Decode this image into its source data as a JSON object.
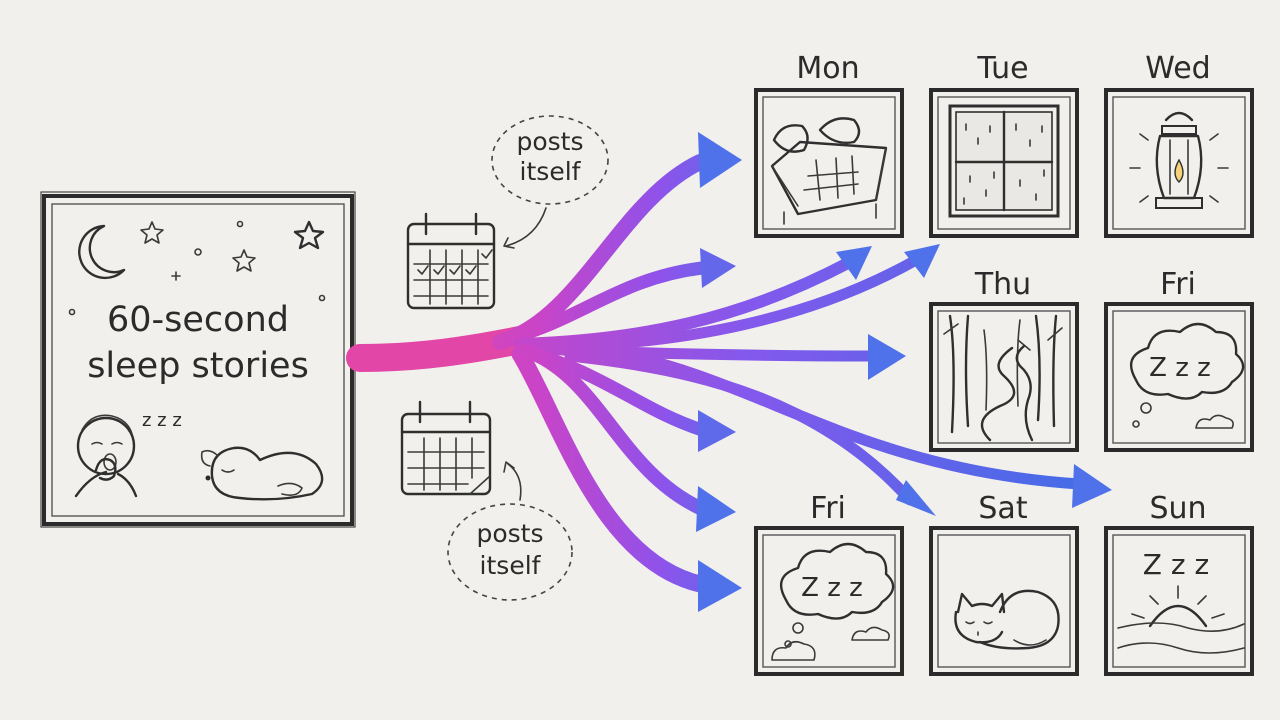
{
  "source": {
    "title_line1": "60-second",
    "title_line2": "sleep stories",
    "zzz": "z z z"
  },
  "notes": [
    {
      "line1": "posts",
      "line2": "itself"
    },
    {
      "line1": "posts",
      "line2": "itself"
    }
  ],
  "days": [
    {
      "label": "Mon",
      "icon": "bed-icon"
    },
    {
      "label": "Tue",
      "icon": "rainy-window-icon"
    },
    {
      "label": "Wed",
      "icon": "lantern-icon"
    },
    {
      "label": "Thu",
      "icon": "forest-path-icon"
    },
    {
      "label": "Fri",
      "icon": "dream-cloud-icon"
    },
    {
      "label": "Fri",
      "icon": "dream-cloud-icon"
    },
    {
      "label": "Sat",
      "icon": "sleeping-cat-icon"
    },
    {
      "label": "Sun",
      "icon": "sunrise-icon"
    }
  ],
  "cloud_zzz": "Z z z",
  "sun_zzz": "Z z z",
  "colors": {
    "arrow_start": "#e040a8",
    "arrow_mid": "#9b4de8",
    "arrow_end": "#3f6ee6",
    "ink": "#2b2b2b",
    "paper": "#f1f0ec"
  }
}
